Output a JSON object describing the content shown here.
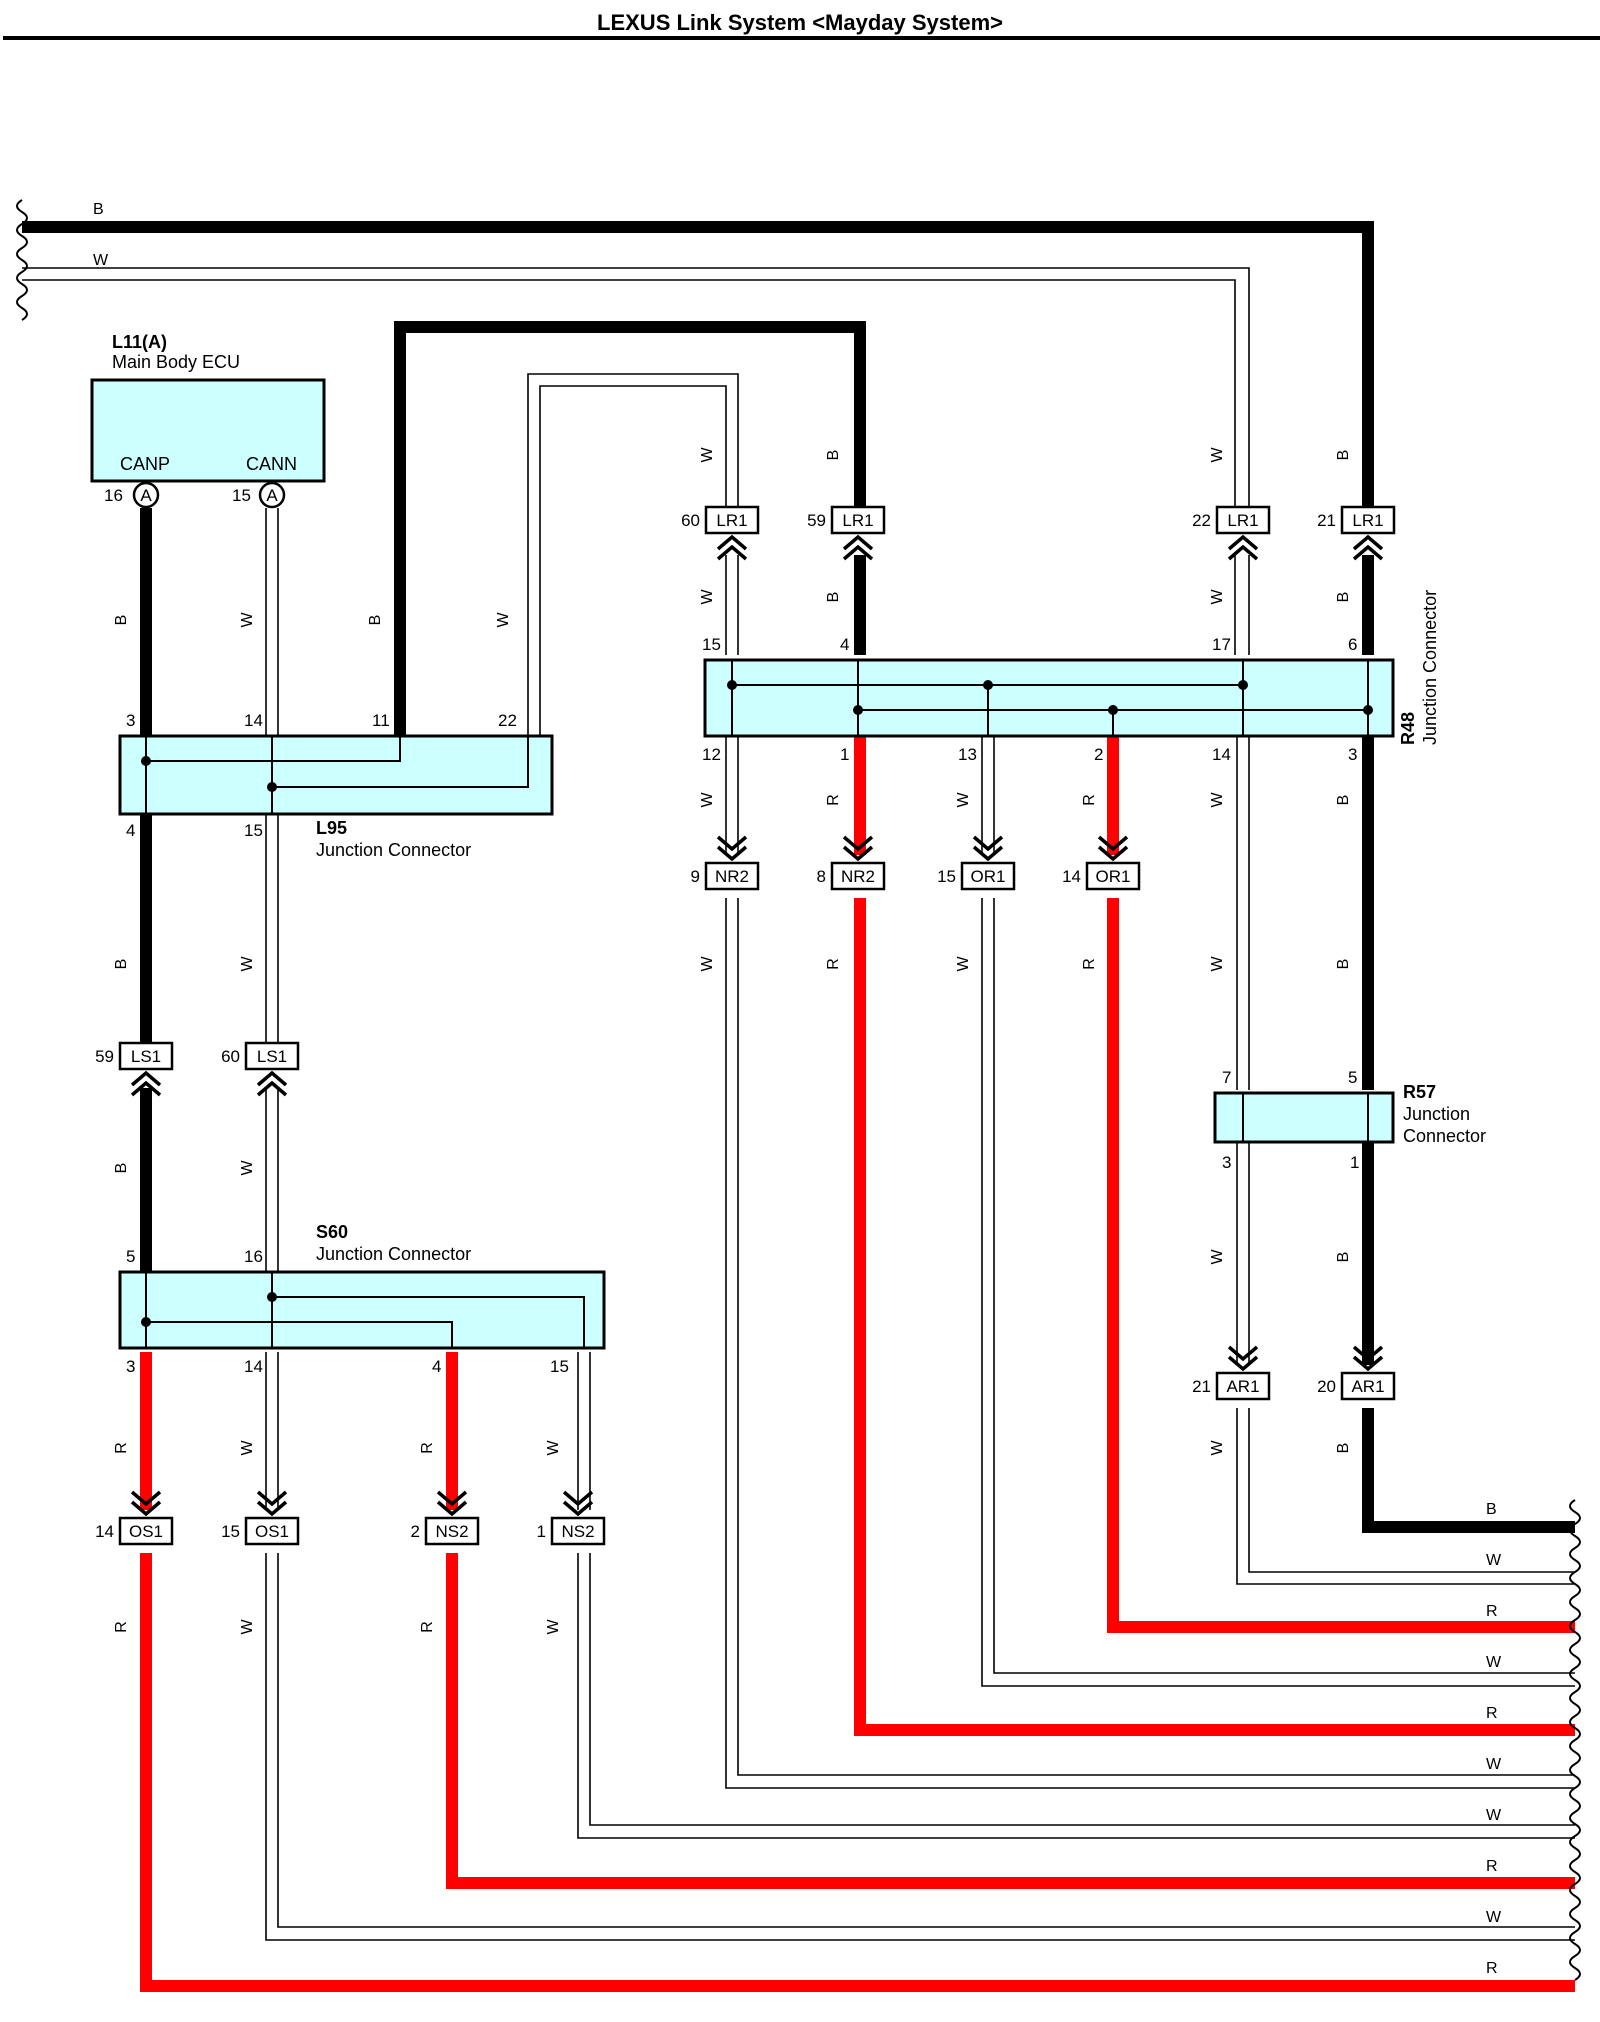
{
  "page": {
    "title": "LEXUS Link System <Mayday System>"
  },
  "colors": {
    "black": "#000000",
    "red": "#ff0000",
    "white_wire": "#ffffff",
    "box_fill": "#ccffff"
  },
  "components": {
    "l11": {
      "id": "L11(A)",
      "name": "Main Body ECU",
      "pin_left": "CANP",
      "pin_right": "CANN",
      "pin_left_no": "16",
      "pin_right_no": "15",
      "pin_connector": "A"
    },
    "l95": {
      "id": "L95",
      "name": "Junction Connector"
    },
    "r48": {
      "id": "R48",
      "name": "Junction Connector"
    },
    "r57": {
      "id": "R57",
      "name_line1": "Junction",
      "name_line2": "Connector"
    },
    "s60": {
      "id": "S60",
      "name": "Junction Connector"
    }
  },
  "wire_codes": {
    "b": "B",
    "w": "W",
    "r": "R"
  },
  "connectors": {
    "lr1_60": {
      "name": "LR1",
      "pin": "60"
    },
    "lr1_59": {
      "name": "LR1",
      "pin": "59"
    },
    "lr1_22": {
      "name": "LR1",
      "pin": "22"
    },
    "lr1_21": {
      "name": "LR1",
      "pin": "21"
    },
    "ls1_59": {
      "name": "LS1",
      "pin": "59"
    },
    "ls1_60": {
      "name": "LS1",
      "pin": "60"
    },
    "nr2_9": {
      "name": "NR2",
      "pin": "9"
    },
    "nr2_8": {
      "name": "NR2",
      "pin": "8"
    },
    "or1_15": {
      "name": "OR1",
      "pin": "15"
    },
    "or1_14": {
      "name": "OR1",
      "pin": "14"
    },
    "ar1_21": {
      "name": "AR1",
      "pin": "21"
    },
    "ar1_20": {
      "name": "AR1",
      "pin": "20"
    },
    "os1_14": {
      "name": "OS1",
      "pin": "14"
    },
    "os1_15": {
      "name": "OS1",
      "pin": "15"
    },
    "ns2_2": {
      "name": "NS2",
      "pin": "2"
    },
    "ns2_1": {
      "name": "NS2",
      "pin": "1"
    }
  },
  "pins": {
    "l95": {
      "p3": "3",
      "p14": "14",
      "p11": "11",
      "p22": "22",
      "p4": "4",
      "p15": "15"
    },
    "r48": {
      "p15": "15",
      "p4": "4",
      "p17": "17",
      "p6": "6",
      "p12": "12",
      "p1": "1",
      "p13": "13",
      "p2": "2",
      "p14": "14",
      "p3": "3"
    },
    "r57": {
      "p7": "7",
      "p5": "5",
      "p3": "3",
      "p1": "1"
    },
    "s60": {
      "p5": "5",
      "p16": "16",
      "p3": "3",
      "p14": "14",
      "p4": "4",
      "p15": "15"
    }
  }
}
